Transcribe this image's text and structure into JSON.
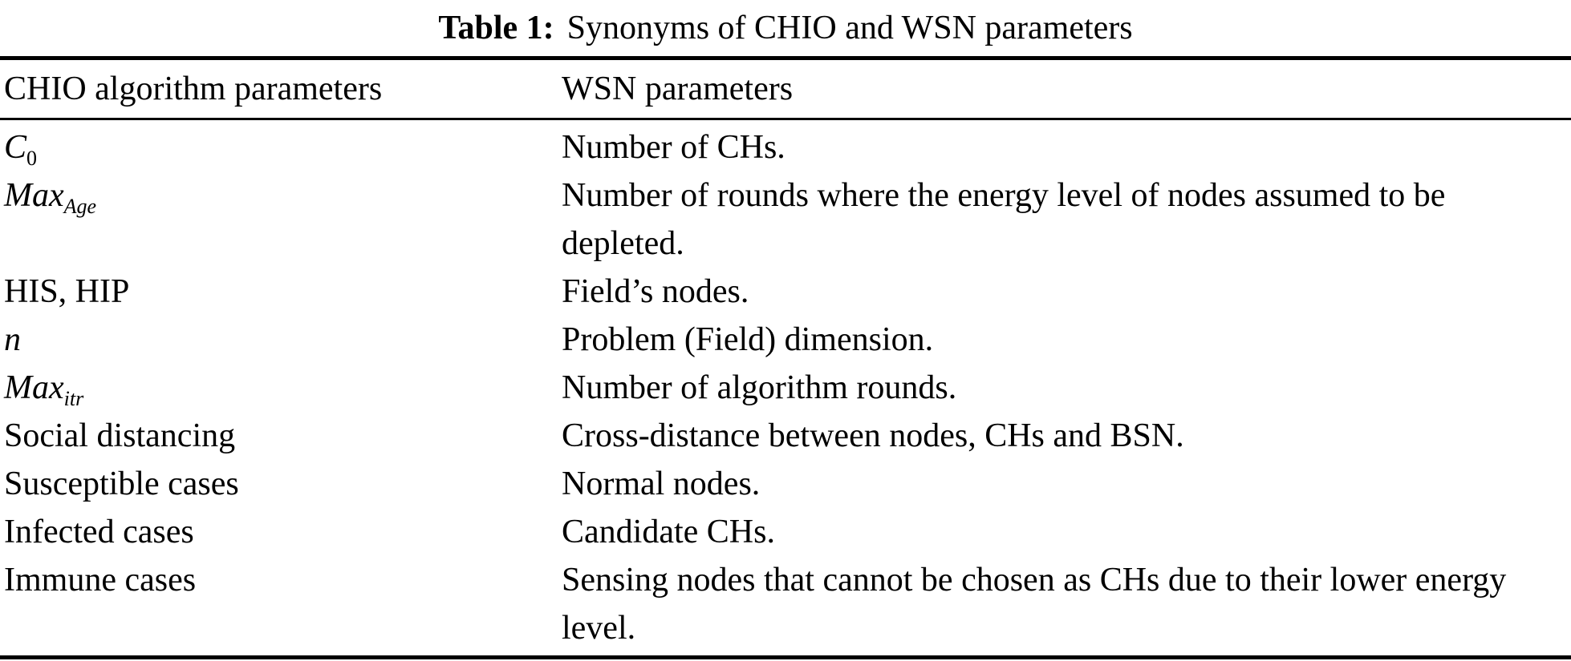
{
  "colors": {
    "text": "#000000",
    "background": "#ffffff",
    "rule": "#000000"
  },
  "table": {
    "caption_label": "Table 1:",
    "caption_text": "Synonyms of CHIO and WSN parameters",
    "columns": [
      "CHIO algorithm parameters",
      "WSN parameters"
    ],
    "rows": [
      {
        "chio": "C",
        "chio_sub": "0",
        "wsn": "Number of CHs."
      },
      {
        "chio": "Max",
        "chio_sub": "Age",
        "wsn": "Number of rounds where the energy level of nodes assumed to be depleted."
      },
      {
        "chio": "HIS, HIP",
        "chio_sub": "",
        "wsn": "Field’s nodes."
      },
      {
        "chio": "n",
        "chio_sub": "",
        "wsn": "Problem (Field) dimension."
      },
      {
        "chio": "Max",
        "chio_sub": "itr",
        "wsn": "Number of algorithm rounds."
      },
      {
        "chio": "Social distancing",
        "chio_sub": "",
        "wsn": "Cross-distance between nodes, CHs and BSN."
      },
      {
        "chio": "Susceptible cases",
        "chio_sub": "",
        "wsn": "Normal nodes."
      },
      {
        "chio": "Infected cases",
        "chio_sub": "",
        "wsn": "Candidate CHs."
      },
      {
        "chio": "Immune cases",
        "chio_sub": "",
        "wsn": "Sensing nodes that cannot be chosen as CHs due to their lower energy level."
      }
    ]
  }
}
